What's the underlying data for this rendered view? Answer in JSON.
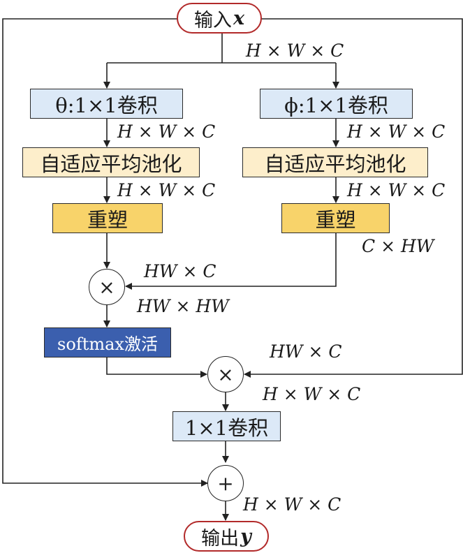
{
  "input_node": {
    "prefix": "输入",
    "var": "x"
  },
  "output_node": {
    "prefix": "输出",
    "var": "y"
  },
  "left_branch": {
    "conv": "θ:1×1卷积",
    "pool": "自适应平均池化",
    "reshape": "重塑"
  },
  "right_branch": {
    "conv": "ϕ:1×1卷积",
    "pool": "自适应平均池化",
    "reshape": "重塑"
  },
  "softmax": "softmax激活",
  "final_conv": "1×1卷积",
  "ops": {
    "mul": "×",
    "add": "+"
  },
  "labels": {
    "input_dim": "H × W × C",
    "left_conv_dim": "H × W × C",
    "left_pool_dim": "H × W × C",
    "right_conv_dim": "H × W × C",
    "right_pool_dim": "H × W × C",
    "right_reshape_dim": "C × HW",
    "left_reshape_dim": "HW × C",
    "attention_dim": "HW × HW",
    "skip_dim": "HW × C",
    "mul2_dim": "H × W × C",
    "output_dim": "H × W × C"
  }
}
